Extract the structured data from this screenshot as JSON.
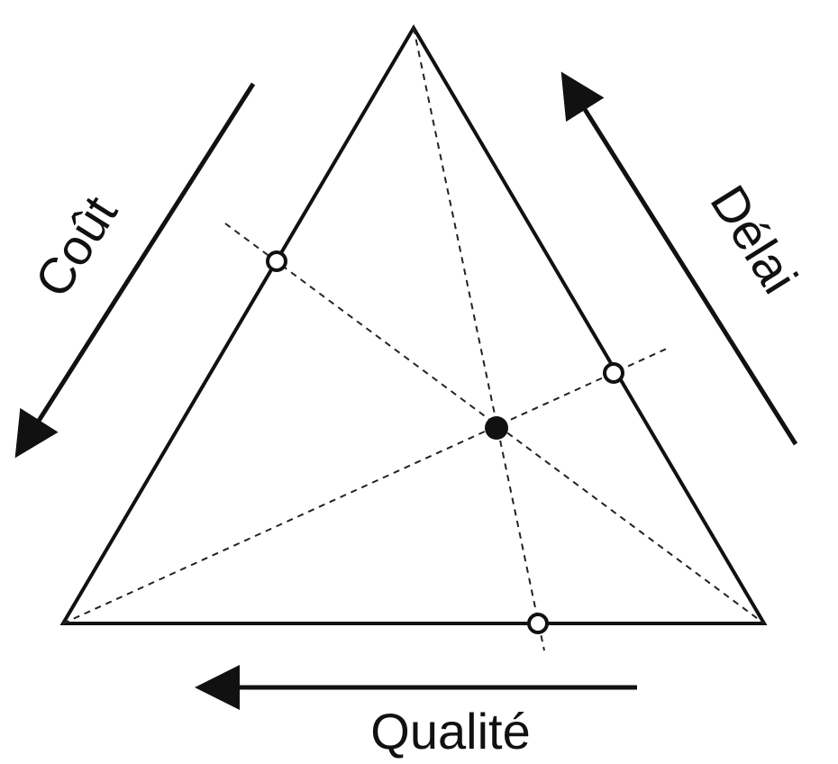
{
  "diagram": {
    "labels": {
      "cost": "Coût",
      "delay": "Délai",
      "quality": "Qualité"
    },
    "colors": {
      "stroke": "#111111",
      "background": "#ffffff"
    }
  }
}
